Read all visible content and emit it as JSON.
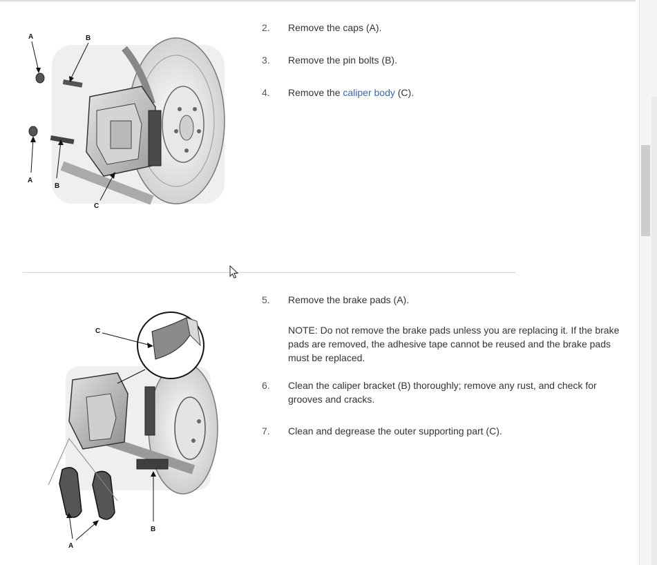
{
  "steps_section1": [
    {
      "num": "2.",
      "text": "Remove the caps (A)."
    },
    {
      "num": "3.",
      "text": "Remove the pin bolts (B)."
    },
    {
      "num": "4.",
      "pre": "Remove the ",
      "link": "caliper body",
      "post": " (C)."
    }
  ],
  "steps_section2": [
    {
      "num": "5.",
      "text": "Remove the brake pads (A)."
    },
    {
      "num": "6.",
      "text": "Clean the caliper bracket (B) thoroughly; remove any rust, and check for grooves and cracks."
    },
    {
      "num": "7.",
      "text": "Clean and degrease the outer supporting part (C)."
    }
  ],
  "note": "NOTE: Do not remove the brake pads unless you are replacing it. If the brake pads are removed, the adhesive tape cannot be reused and the brake pads must be replaced.",
  "figure1_labels": {
    "a_top": "A",
    "b_top": "B",
    "a_bottom": "A",
    "b_bottom": "B",
    "c": "C"
  },
  "figure2_labels": {
    "c": "C",
    "a": "A",
    "b": "B"
  },
  "colors": {
    "link": "#3a67a8",
    "divider": "#c9d6e0"
  }
}
